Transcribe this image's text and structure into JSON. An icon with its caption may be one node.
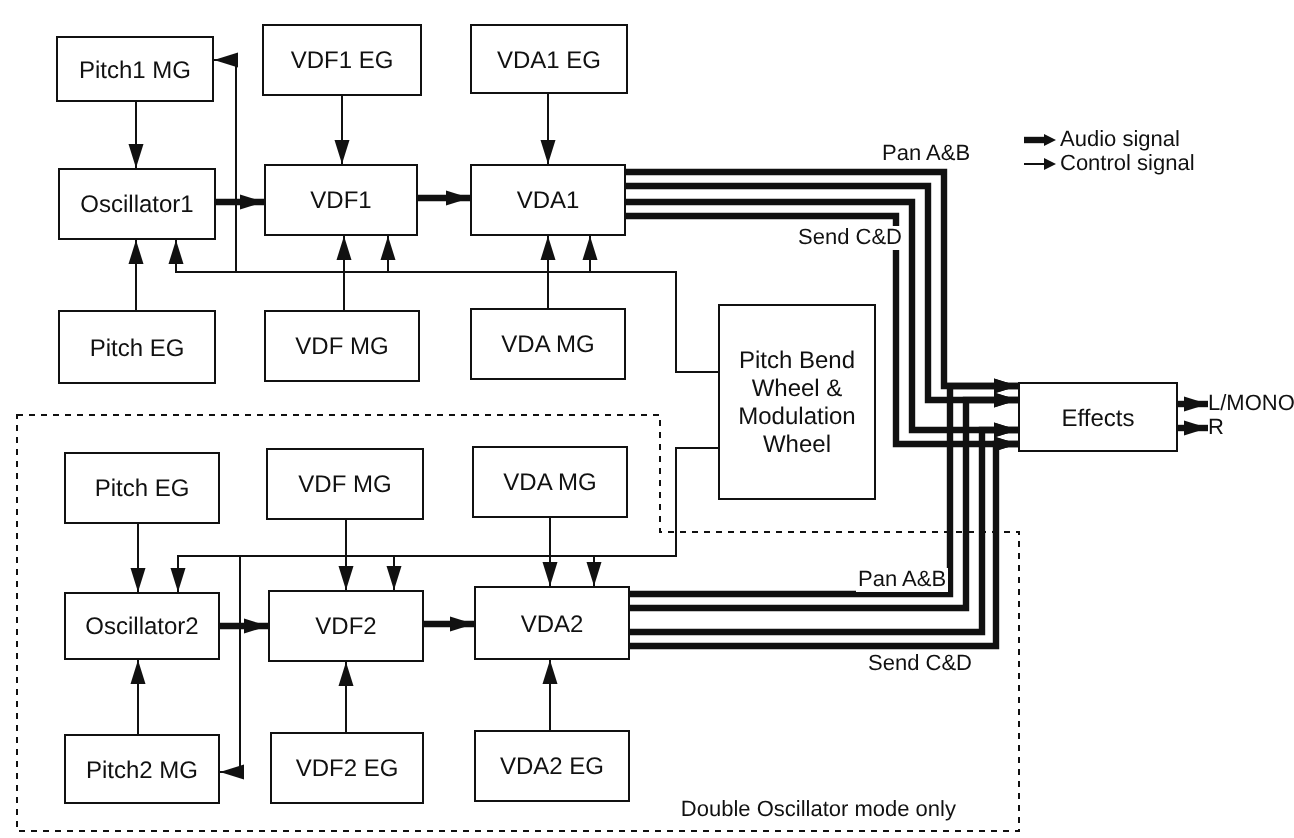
{
  "diagram": {
    "nodes": [
      {
        "text": [
          "Pitch1 MG"
        ]
      },
      {
        "text": [
          "VDF1 EG"
        ]
      },
      {
        "text": [
          "VDA1 EG"
        ]
      },
      {
        "text": [
          "Oscillator1"
        ]
      },
      {
        "text": [
          "VDF1"
        ]
      },
      {
        "text": [
          "VDA1"
        ]
      },
      {
        "text": [
          "Pitch EG"
        ]
      },
      {
        "text": [
          "VDF MG"
        ]
      },
      {
        "text": [
          "VDA MG"
        ]
      },
      {
        "text": [
          "Pitch Bend Wheel & Modulation Wheel"
        ]
      },
      {
        "text": [
          "Effects"
        ]
      },
      {
        "text": [
          "Double Oscillator mode only"
        ]
      },
      {
        "text": [
          "Pitch EG"
        ],
        "in": 11
      },
      {
        "text": [
          "VDF MG"
        ],
        "in": 11
      },
      {
        "text": [
          "VDA MG"
        ],
        "in": 11
      },
      {
        "text": [
          "Oscillator2"
        ],
        "in": 11
      },
      {
        "text": [
          "VDF2"
        ],
        "in": 11
      },
      {
        "text": [
          "VDA2"
        ],
        "in": 11
      },
      {
        "text": [
          "Pitch2 MG"
        ],
        "in": 11
      },
      {
        "text": [
          "VDF2 EG"
        ],
        "in": 11
      },
      {
        "text": [
          "VDA2 EG"
        ],
        "in": 11
      },
      {
        "text": [
          "L/MONO"
        ]
      },
      {
        "text": [
          "R"
        ]
      }
    ],
    "edges": [
      {
        "from": 0,
        "to": 3,
        "arrow": "to"
      },
      {
        "from": 1,
        "to": 4,
        "arrow": "to"
      },
      {
        "from": 2,
        "to": 5,
        "arrow": "to"
      },
      {
        "from": 3,
        "to": 4,
        "arrow": "to",
        "style": "thick"
      },
      {
        "from": 4,
        "to": 5,
        "arrow": "to",
        "style": "thick"
      },
      {
        "from": 6,
        "to": 3,
        "arrow": "to"
      },
      {
        "from": 7,
        "to": 4,
        "arrow": "to"
      },
      {
        "from": 8,
        "to": 5,
        "arrow": "to"
      },
      {
        "from": 9,
        "to": 0,
        "arrow": "to"
      },
      {
        "from": 9,
        "to": 3,
        "arrow": "to"
      },
      {
        "from": 9,
        "to": 4,
        "arrow": "to"
      },
      {
        "from": 9,
        "to": 5,
        "arrow": "to"
      },
      {
        "from": 5,
        "to": 10,
        "arrow": "to",
        "style": "thick",
        "label": "Pan A&B"
      },
      {
        "from": 5,
        "to": 10,
        "arrow": "to",
        "style": "thick"
      },
      {
        "from": 5,
        "to": 10,
        "arrow": "to",
        "style": "thick"
      },
      {
        "from": 5,
        "to": 10,
        "arrow": "to",
        "style": "thick",
        "label": "Send C&D"
      },
      {
        "from": 12,
        "to": 15,
        "arrow": "to"
      },
      {
        "from": 13,
        "to": 16,
        "arrow": "to"
      },
      {
        "from": 14,
        "to": 17,
        "arrow": "to"
      },
      {
        "from": 9,
        "to": 18,
        "arrow": "to"
      },
      {
        "from": 9,
        "to": 15,
        "arrow": "to"
      },
      {
        "from": 9,
        "to": 16,
        "arrow": "to"
      },
      {
        "from": 9,
        "to": 17,
        "arrow": "to"
      },
      {
        "from": 15,
        "to": 16,
        "arrow": "to",
        "style": "thick"
      },
      {
        "from": 16,
        "to": 17,
        "arrow": "to",
        "style": "thick"
      },
      {
        "from": 18,
        "to": 15,
        "arrow": "to"
      },
      {
        "from": 19,
        "to": 16,
        "arrow": "to"
      },
      {
        "from": 20,
        "to": 17,
        "arrow": "to"
      },
      {
        "from": 17,
        "to": 10,
        "arrow": "to",
        "style": "thick",
        "label": "Pan A&B"
      },
      {
        "from": 17,
        "to": 10,
        "arrow": "to",
        "style": "thick"
      },
      {
        "from": 17,
        "to": 10,
        "arrow": "to",
        "style": "thick"
      },
      {
        "from": 17,
        "to": 10,
        "arrow": "to",
        "style": "thick",
        "label": "Send C&D"
      },
      {
        "from": 10,
        "to": 21,
        "arrow": "to",
        "style": "thick"
      },
      {
        "from": 10,
        "to": 22,
        "arrow": "to",
        "style": "thick"
      }
    ],
    "legend": [
      {
        "text": "Audio signal"
      },
      {
        "text": "Control signal"
      }
    ]
  }
}
